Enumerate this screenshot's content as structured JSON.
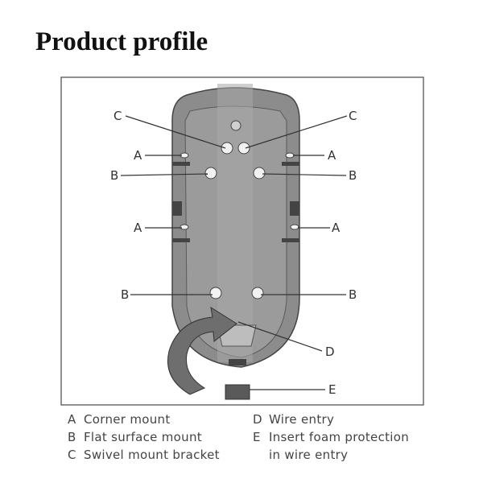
{
  "title": "Product profile",
  "callouts": {
    "A": "A",
    "B": "B",
    "C": "C",
    "D": "D",
    "E": "E"
  },
  "legend": [
    {
      "key": "A",
      "text": "Corner mount"
    },
    {
      "key": "B",
      "text": "Flat surface mount"
    },
    {
      "key": "C",
      "text": "Swivel mount bracket"
    },
    {
      "key": "D",
      "text": "Wire entry"
    },
    {
      "key": "E",
      "text": "Insert foam protection"
    },
    {
      "key": "",
      "text": "in wire entry"
    }
  ],
  "colors": {
    "body": "#8c8c8c",
    "inner_panel": "#9b9b9b",
    "center_channel": "#a8a8a8",
    "arrow": "#6e6e6e",
    "frame": "#555555"
  }
}
